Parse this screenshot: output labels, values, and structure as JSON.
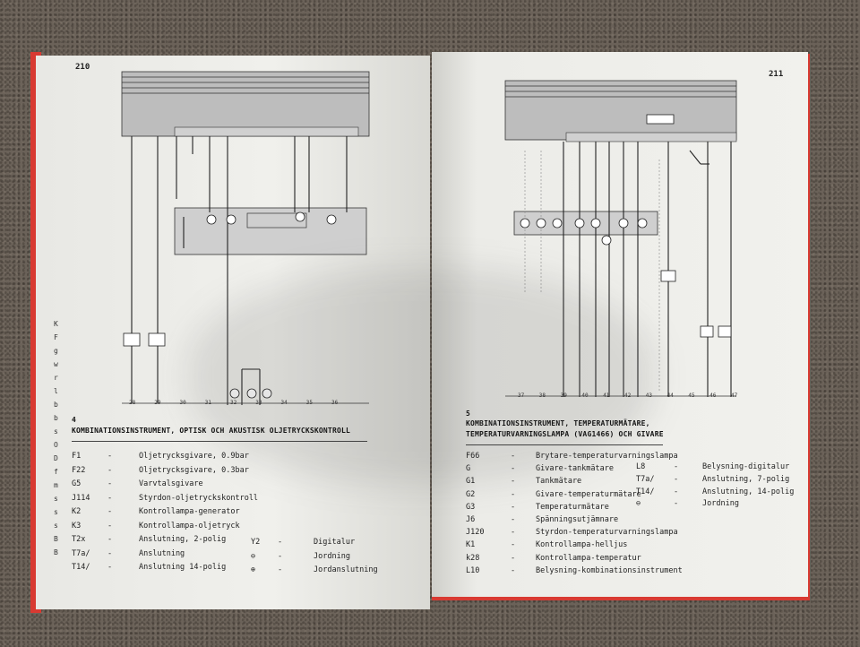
{
  "left_page": {
    "page_number": "210",
    "section_number": "4",
    "section_title": "KOMBINATIONSINSTRUMENT, OPTISK OCH AKUSTISK OLJETRYCKSKONTROLL",
    "legend": [
      {
        "code": "F1",
        "desc": "Oljetrycksgivare, 0.9bar"
      },
      {
        "code": "F22",
        "desc": "Oljetrycksgivare, 0.3bar"
      },
      {
        "code": "G5",
        "desc": "Varvtalsgivare"
      },
      {
        "code": "J114",
        "desc": "Styrdon-oljetryckskontroll"
      },
      {
        "code": "K2",
        "desc": "Kontrollampa-generator"
      },
      {
        "code": "K3",
        "desc": "Kontrollampa-oljetryck"
      },
      {
        "code": "T2x",
        "desc": "Anslutning, 2-polig"
      },
      {
        "code": "T7a/",
        "desc": "Anslutning"
      },
      {
        "code": "T14/",
        "desc": "Anslutning 14-polig"
      }
    ],
    "legend_extra": [
      {
        "code": "Y2",
        "desc": "Digitalur"
      },
      {
        "code": "⊖",
        "desc": "Jordning"
      },
      {
        "code": "⊕",
        "desc": "Jordanslutning"
      }
    ],
    "column_numbers": [
      "28",
      "29",
      "30",
      "31",
      "32",
      "33",
      "34",
      "35",
      "36"
    ],
    "edge_letters": [
      "K",
      "F",
      "g",
      "w",
      "r",
      "l",
      "b",
      "b",
      "s",
      "O",
      "D",
      "f",
      "m",
      "s",
      "s",
      "s",
      "B",
      "B"
    ]
  },
  "right_page": {
    "page_number": "211",
    "section_number": "5",
    "section_title_line1": "KOMBINATIONSINSTRUMENT, TEMPERATURMÄTARE,",
    "section_title_line2": "TEMPERATURVARNINGSLAMPA (VAG1466) OCH GIVARE",
    "legend": [
      {
        "code": "F66",
        "desc": "Brytare-temperaturvarningslampa"
      },
      {
        "code": "G",
        "desc": "Givare-tankmätare"
      },
      {
        "code": "G1",
        "desc": "Tankmätare"
      },
      {
        "code": "G2",
        "desc": "Givare-temperaturmätare"
      },
      {
        "code": "G3",
        "desc": "Temperaturmätare"
      },
      {
        "code": "J6",
        "desc": "Spänningsutjämnare"
      },
      {
        "code": "J120",
        "desc": "Styrdon-temperaturvarningslampa"
      },
      {
        "code": "K1",
        "desc": "Kontrollampa-helljus"
      },
      {
        "code": "k28",
        "desc": "Kontrollampa-temperatur"
      },
      {
        "code": "L10",
        "desc": "Belysning-kombinationsinstrument"
      }
    ],
    "legend_extra": [
      {
        "code": "L8",
        "desc": "Belysning-digitalur"
      },
      {
        "code": "T7a/",
        "desc": "Anslutning, 7-polig"
      },
      {
        "code": "T14/",
        "desc": "Anslutning, 14-polig"
      },
      {
        "code": "⊖",
        "desc": "Jordning"
      }
    ],
    "column_numbers": [
      "37",
      "38",
      "39",
      "40",
      "41",
      "42",
      "43",
      "44",
      "45",
      "46",
      "47"
    ]
  }
}
